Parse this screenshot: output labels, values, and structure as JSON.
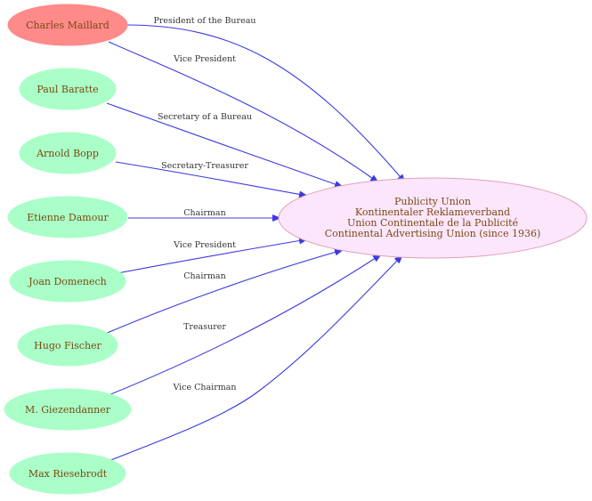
{
  "diagram": {
    "colors": {
      "edge": "#3a3ae0",
      "person_fill": "#aaffc8",
      "highlight_fill": "#ff8a8a",
      "org_fill": "#fce6fc",
      "org_stroke": "#e0a0b8",
      "label_text": "#7a4a12"
    },
    "central": {
      "lines": [
        "Publicity Union",
        "Kontinentaler Reklameverband",
        "Union Continentale de la Publicité",
        "Continental Advertising Union (since 1936)"
      ]
    },
    "people": [
      {
        "name": "Charles Maillard",
        "role": "President of the Bureau",
        "highlight": true
      },
      {
        "name": "Charles Maillard",
        "role": "Vice President",
        "highlight": true
      },
      {
        "name": "Paul Baratte",
        "role": "Secretary of a Bureau"
      },
      {
        "name": "Arnold Bopp",
        "role": "Secretary-Treasurer"
      },
      {
        "name": "Etienne Damour",
        "role": "Chairman"
      },
      {
        "name": "Joan Domenech",
        "role": "Vice President"
      },
      {
        "name": "Hugo Fischer",
        "role": "Chairman"
      },
      {
        "name": "M. Giezendanner",
        "role": "Treasurer"
      },
      {
        "name": "Max Riesebrodt",
        "role": "Vice Chairman"
      }
    ]
  }
}
